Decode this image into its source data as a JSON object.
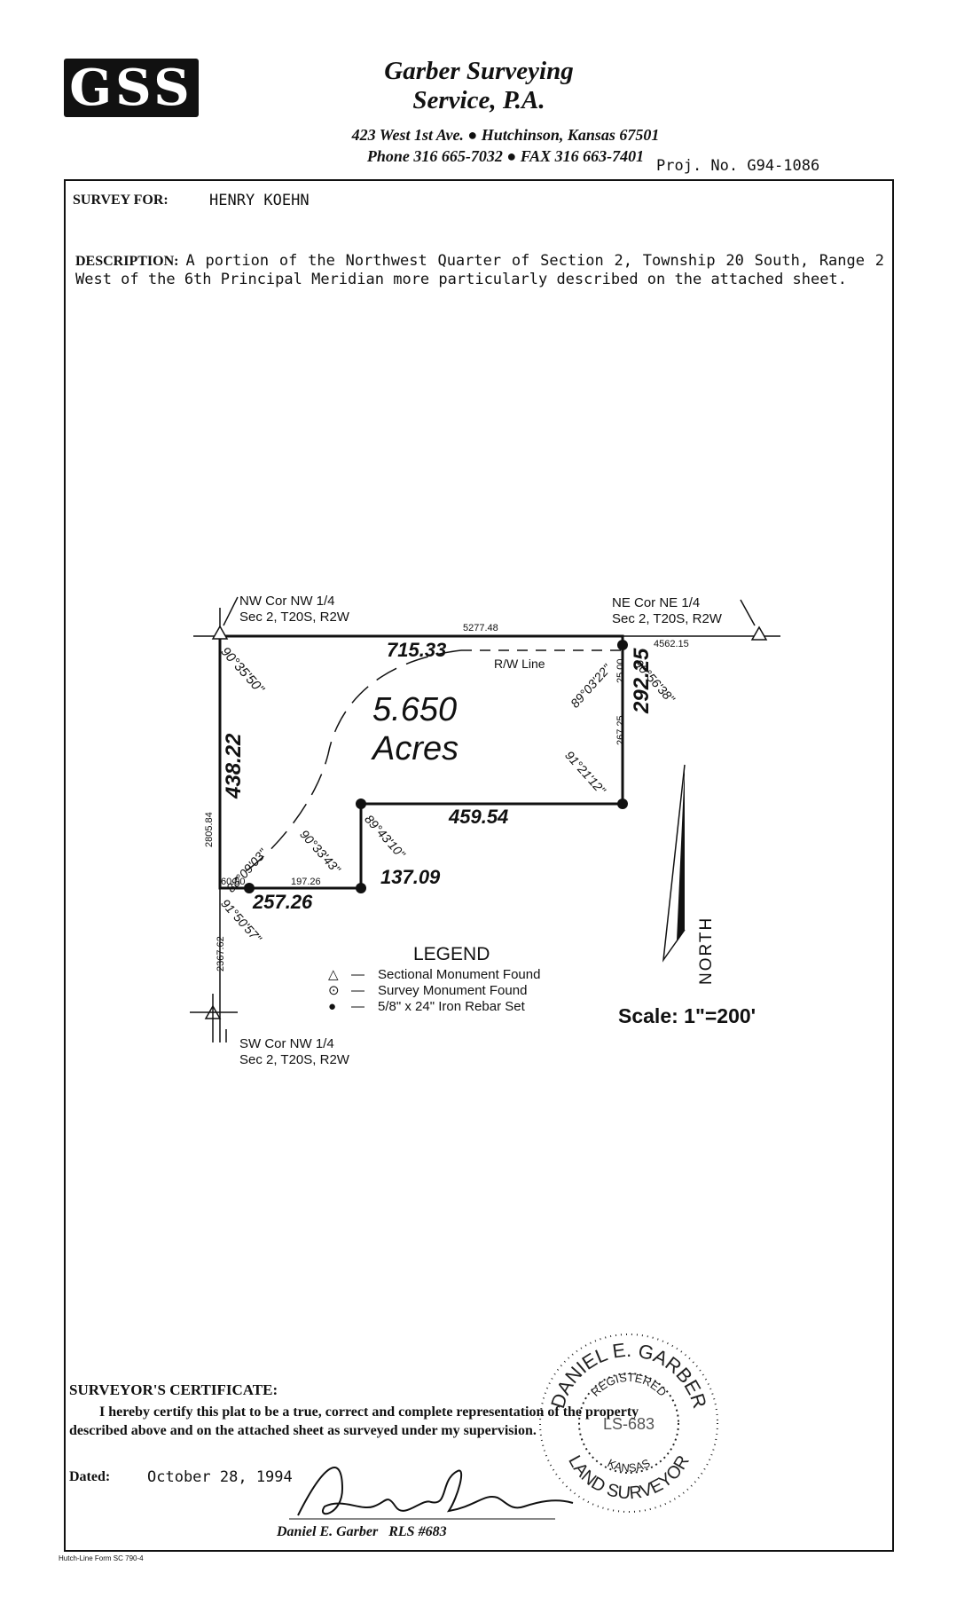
{
  "header": {
    "logo_text": "GSS",
    "firm_name_line1": "Garber Surveying",
    "firm_name_line2": "Service, P.A.",
    "address": "423 West 1st Ave.  ●  Hutchinson, Kansas 67501",
    "phone_fax": "Phone 316 665-7032  ●  FAX 316 663-7401",
    "proj_no": "Proj. No. G94-1086"
  },
  "survey_for": {
    "label": "SURVEY FOR:",
    "value": "HENRY KOEHN"
  },
  "description": {
    "label": "DESCRIPTION:",
    "text": "A portion of the Northwest Quarter of Section 2, Township 20 South, Range 2 West of the 6th Principal Meridian more particularly described on the attached sheet."
  },
  "plat": {
    "nw_corner": [
      "NW Cor NW 1/4",
      "Sec 2, T20S, R2W"
    ],
    "ne_corner": [
      "NE Cor NE 1/4",
      "Sec 2, T20S, R2W"
    ],
    "sw_corner": [
      "SW Cor NW 1/4",
      "Sec 2, T20S, R2W"
    ],
    "distances": {
      "section_line_top": "5277.48",
      "north_line": "715.33",
      "rw_line": "R/W Line",
      "east_total": "4562.15",
      "east_offset": "25.00",
      "east_inner": "267.25",
      "east_line": "292.25",
      "south_east_line": "459.54",
      "west_line": "438.22",
      "west_section_upper": "2805.84",
      "west_section_lower": "2367.62",
      "jog_line": "137.09",
      "south_west_line": "257.26",
      "south_west_inner": "197.26",
      "west_offset": "60.00"
    },
    "angles": {
      "nw": "90°35'50\"",
      "ne_inner": "89°03'22\"",
      "ne_outer": "90°56'38\"",
      "se": "91°21'12\"",
      "jog_top": "89°43'10\"",
      "jog_bottom": "90°33'43\"",
      "sw_inner": "88°09'03\"",
      "sw_outer": "91°50'57\""
    },
    "area_value": "5.650",
    "area_unit": "Acres",
    "legend": {
      "title": "LEGEND",
      "items": [
        {
          "symbol": "△",
          "dash": "—",
          "text": "Sectional Monument Found"
        },
        {
          "symbol": "⊙",
          "dash": "—",
          "text": "Survey Monument Found"
        },
        {
          "symbol": "●",
          "dash": "—",
          "text": "5/8\" x 24\" Iron Rebar Set"
        }
      ]
    },
    "north_label": "NORTH",
    "scale": "Scale:  1\"=200'"
  },
  "certificate": {
    "title": "SURVEYOR'S CERTIFICATE:",
    "text": "I hereby certify this plat to be a true, correct and complete representation of the property described above and on the attached sheet as surveyed under my supervision.",
    "dated_label": "Dated:",
    "dated_value": "October 28, 1994",
    "signer": "Daniel E. Garber   RLS #683"
  },
  "seal": {
    "top": "DANIEL E. GARBER",
    "registered": "REGISTERED",
    "number": "LS-683",
    "state": "KANSAS",
    "bottom": "LAND SURVEYOR"
  },
  "footer": "Hutch-Line  Form SC 790-4"
}
